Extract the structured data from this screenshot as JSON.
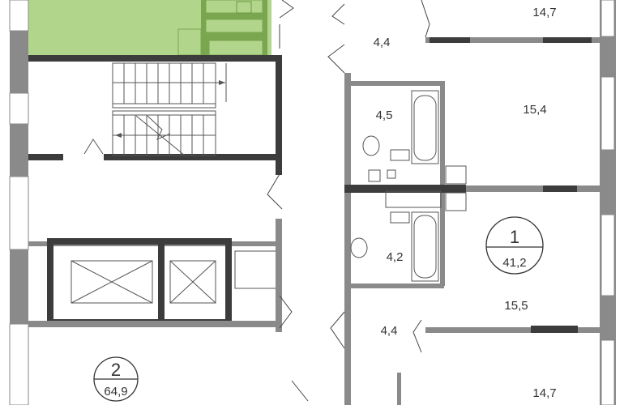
{
  "plan": {
    "colors": {
      "highlight": "#b2d58c",
      "highlight_dark": "#7aa64f",
      "wall_dark": "#3c3c3c",
      "wall_gray": "#8a8a8a"
    },
    "apartment_1": {
      "number": "1",
      "total_area": "41,2"
    },
    "apartment_2": {
      "number": "2",
      "total_area": "64,9"
    },
    "rooms": {
      "top_room": "14,7",
      "hall_top": "4,4",
      "room_upper": "15,4",
      "bath_upper": "4,5",
      "bath_lower": "4,2",
      "room_lower": "15,5",
      "hall_bottom": "4,4",
      "bottom_room": "14,7"
    }
  }
}
